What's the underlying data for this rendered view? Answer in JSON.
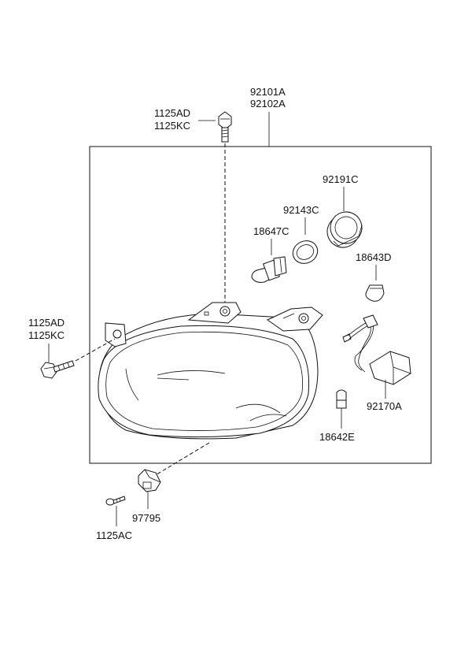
{
  "labels": {
    "assembly_1": "92101A",
    "assembly_2": "92102A",
    "top_bolt_1": "1125AD",
    "top_bolt_2": "1125KC",
    "side_bolt_1": "1125AD",
    "side_bolt_2": "1125KC",
    "socket_ring": "92191C",
    "retainer_ring": "92143C",
    "main_bulb": "18647C",
    "side_bulb": "18643D",
    "wiring": "92170A",
    "small_bulb": "18642E",
    "bracket": "97795",
    "screw": "1125AC"
  }
}
